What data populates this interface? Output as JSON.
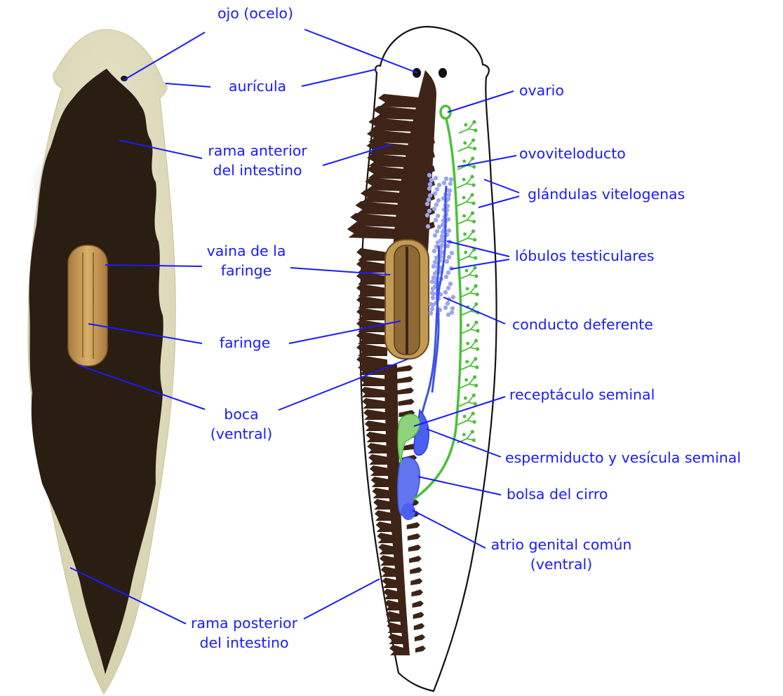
{
  "colors": {
    "label_blue": "#1a1aff",
    "gut_brown": "#3d2416",
    "pharynx_tan": "#c29a56",
    "male_blue": "#4b5ff0",
    "female_green": "#4cbf3a",
    "body_outline": "#111111",
    "photo_body": "#ddd9b7"
  },
  "labels": {
    "ojo": "ojo (ocelo)",
    "auricula": "aurícula",
    "rama_anterior_1": "rama anterior",
    "rama_anterior_2": "del intestino",
    "vaina_1": "vaina de la",
    "vaina_2": "faringe",
    "faringe": "faringe",
    "boca_1": "boca",
    "boca_2": "(ventral)",
    "rama_posterior_1": "rama posterior",
    "rama_posterior_2": "del intestino",
    "ovario": "ovario",
    "ovoviteloducto": "ovoviteloducto",
    "glandulas": "glándulas  vitelogenas",
    "lobulos": "lóbulos testiculares",
    "conducto": "conducto deferente",
    "receptaculo": "receptáculo seminal",
    "espermiducto": "espermiducto y  vesícula seminal",
    "bolsa": "bolsa del cirro",
    "atrio_1": "atrio genital común",
    "atrio_2": "(ventral)"
  }
}
